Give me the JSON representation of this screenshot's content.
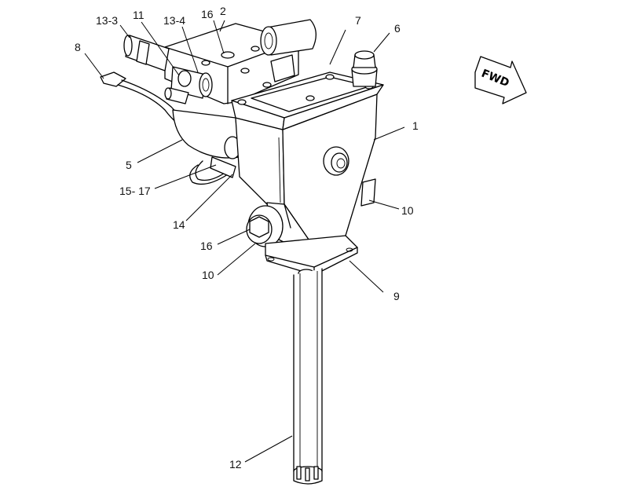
{
  "callouts": {
    "c13_3": "13-3",
    "c11": "11",
    "c13_4": "13-4",
    "c16_top": "16",
    "c2": "2",
    "c7": "7",
    "c6": "6",
    "c8": "8",
    "c1": "1",
    "c5": "5",
    "c15_17": "15- 17",
    "c14": "14",
    "c10_right": "10",
    "c16_left": "16",
    "c10_left": "10",
    "c9": "9",
    "c12": "12"
  },
  "fwd_label": "FWD"
}
